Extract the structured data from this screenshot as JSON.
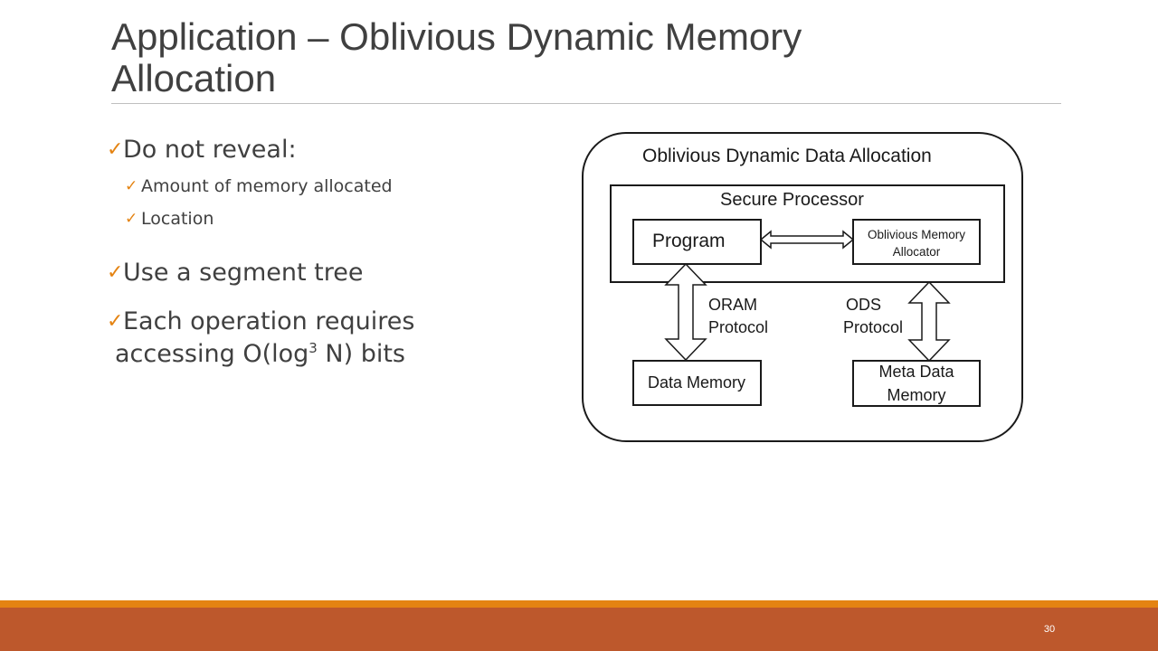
{
  "slide": {
    "title_line1": "Application – Oblivious Dynamic Memory",
    "title_line2": "Allocation",
    "number": "30"
  },
  "bullets": {
    "check_glyph": "✓",
    "item1": "Do not reveal:",
    "item1_sub1": "Amount of memory allocated",
    "item1_sub2": "Location",
    "item2": "Use a segment tree",
    "item3_part1": "Each operation requires",
    "item3_part2": "accessing O(log",
    "item3_sup": "3",
    "item3_part3": " N) bits"
  },
  "diagram": {
    "title": "Oblivious Dynamic Data Allocation",
    "secure_processor": "Secure Processor",
    "program": "Program",
    "allocator_line1": "Oblivious Memory",
    "allocator_line2": "Allocator",
    "oram_line1": "ORAM",
    "oram_line2": "Protocol",
    "ods_line1": "ODS",
    "ods_line2": "Protocol",
    "data_memory": "Data Memory",
    "meta_line1": "Meta Data",
    "meta_line2": "Memory"
  },
  "colors": {
    "accent_orange": "#e48312",
    "footer_rust": "#bd582c",
    "title_gray": "#404040"
  }
}
